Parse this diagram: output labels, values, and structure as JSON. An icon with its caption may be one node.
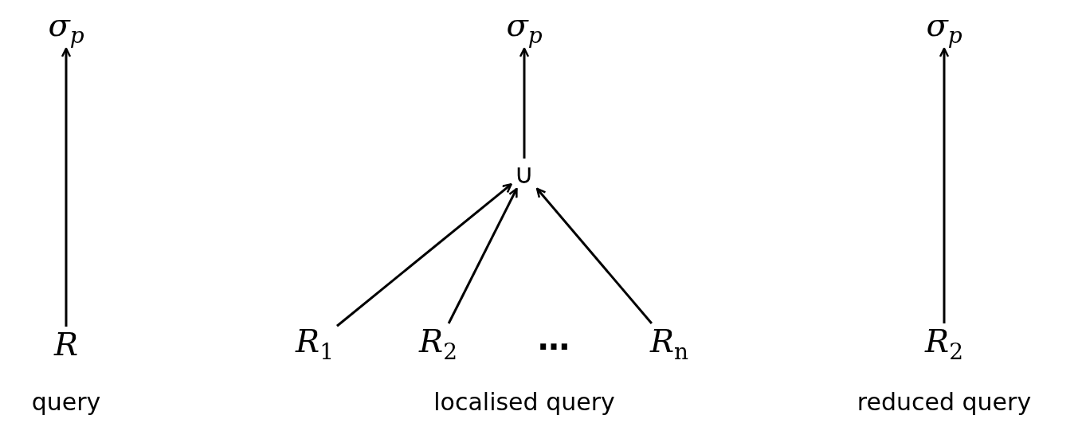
{
  "diagram": {
    "nodes": [
      {
        "text": [
          "σ$_{p}$"
        ]
      },
      {
        "text": [
          "R"
        ]
      },
      {
        "text": [
          "σ$_{p}$"
        ]
      },
      {
        "text": [
          "∪"
        ]
      },
      {
        "text": [
          "R$_{1}$"
        ]
      },
      {
        "text": [
          "R$_{2}$"
        ]
      },
      {
        "text": [
          "R$_{n}$"
        ]
      },
      {
        "text": [
          "σ$_{p}$"
        ]
      },
      {
        "text": [
          "R$_{2}$"
        ]
      }
    ],
    "edges": [
      {
        "from": 1,
        "to": 0,
        "arrow": "to"
      },
      {
        "from": 3,
        "to": 2,
        "arrow": "to"
      },
      {
        "from": 4,
        "to": 3,
        "arrow": "to"
      },
      {
        "from": 5,
        "to": 3,
        "arrow": "to"
      },
      {
        "from": 6,
        "to": 3,
        "arrow": "to"
      },
      {
        "from": 8,
        "to": 7,
        "arrow": "to"
      }
    ],
    "labels": [
      "…",
      "query",
      "localised query",
      "reduced query"
    ]
  }
}
